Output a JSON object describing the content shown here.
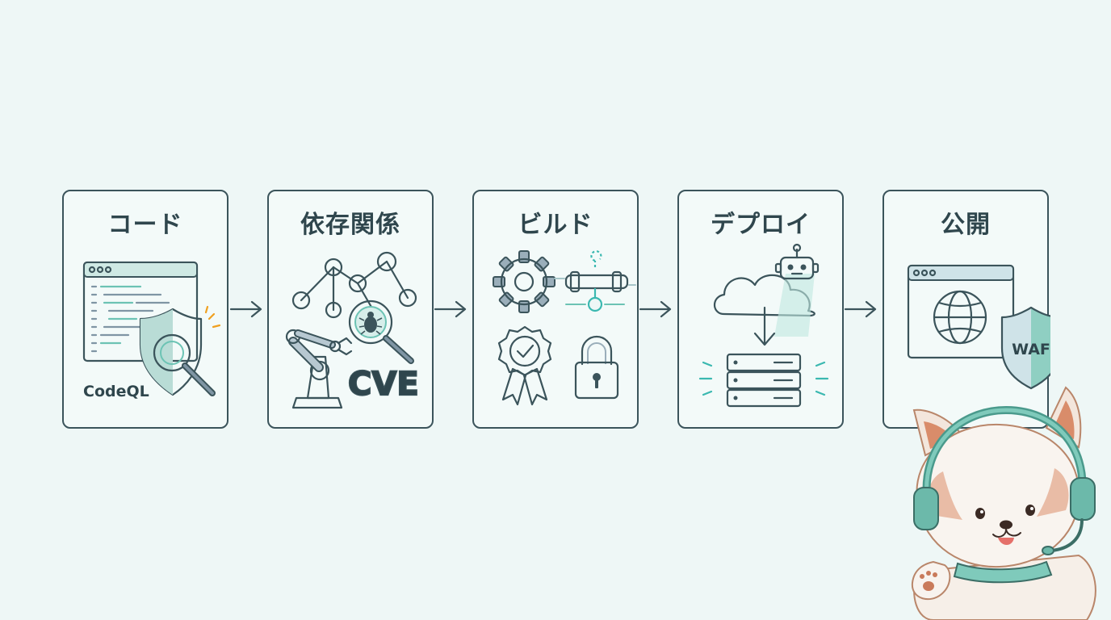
{
  "steps": [
    {
      "title": "コード",
      "label": "CodeQL"
    },
    {
      "title": "依存関係",
      "label": "CVE"
    },
    {
      "title": "ビルド"
    },
    {
      "title": "デプロイ"
    },
    {
      "title": "公開",
      "label": "WAF"
    }
  ],
  "colors": {
    "ink": "#3b545b",
    "teal": "#6cc3b4",
    "slate": "#7f95a4",
    "accent": "#f0a020",
    "background": "#eef7f6"
  },
  "icons": [
    "code-window-icon",
    "shield-magnifier-icon",
    "dependency-graph-icon",
    "bug-magnifier-icon",
    "robot-arm-icon",
    "gear-icon",
    "pipeline-icon",
    "certificate-badge-icon",
    "padlock-icon",
    "cloud-icon",
    "robot-icon",
    "download-arrow-icon",
    "server-stack-icon",
    "browser-window-icon",
    "globe-icon",
    "waf-shield-icon",
    "arrow-right-icon",
    "red-panda-mascot-icon",
    "headset-icon"
  ]
}
